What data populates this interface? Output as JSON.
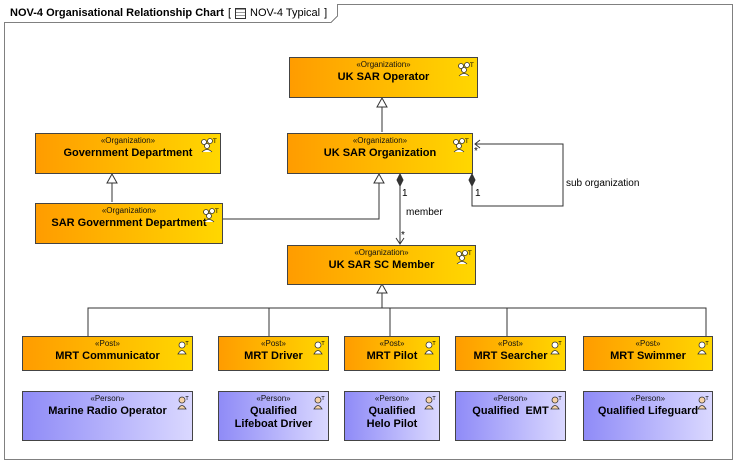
{
  "frame": {
    "diagram_name": "NOV-4 Organisational Relationship Chart",
    "bracket_open": "[",
    "view_name": "NOV-4 Typical",
    "bracket_close": "]"
  },
  "icons": {
    "organization": "organization-icon",
    "person": "person-icon",
    "view": "diagram-icon"
  },
  "colors": {
    "org_gradient_start": "#ff9c00",
    "org_gradient_end": "#ffd700",
    "person_gradient_start": "#8f8bf7",
    "person_gradient_end": "#dad8ff"
  },
  "nodes": {
    "uk_sar_operator": {
      "stereotype": "«Organization»",
      "name": "UK SAR Operator"
    },
    "government_department": {
      "stereotype": "«Organization»",
      "name": "Government Department"
    },
    "uk_sar_organization": {
      "stereotype": "«Organization»",
      "name": "UK SAR Organization"
    },
    "sar_government_department": {
      "stereotype": "«Organization»",
      "name": "SAR Government Department"
    },
    "uk_sar_sc_member": {
      "stereotype": "«Organization»",
      "name": "UK SAR SC Member"
    },
    "posts": [
      {
        "stereotype": "«Post»",
        "name": "MRT Communicator"
      },
      {
        "stereotype": "«Post»",
        "name": "MRT Driver"
      },
      {
        "stereotype": "«Post»",
        "name": "MRT Pilot"
      },
      {
        "stereotype": "«Post»",
        "name": "MRT Searcher"
      },
      {
        "stereotype": "«Post»",
        "name": "MRT Swimmer"
      }
    ],
    "persons": [
      {
        "stereotype": "«Person»",
        "name_line1": "Marine Radio Operator",
        "name_line2": ""
      },
      {
        "stereotype": "«Person»",
        "name_line1": "Qualified",
        "name_line2": "Lifeboat Driver"
      },
      {
        "stereotype": "«Person»",
        "name_line1": "Qualified",
        "name_line2": "Helo Pilot"
      },
      {
        "stereotype": "«Person»",
        "name_line1": "Qualified  EMT",
        "name_line2": ""
      },
      {
        "stereotype": "«Person»",
        "name_line1": "Qualified Lifeguard",
        "name_line2": ""
      }
    ]
  },
  "edges": {
    "member": {
      "label": "member",
      "source_multiplicity": "1",
      "target_multiplicity": "*"
    },
    "sub_organization": {
      "label": "sub organization",
      "source_multiplicity": "1",
      "target_multiplicity": "*"
    }
  }
}
